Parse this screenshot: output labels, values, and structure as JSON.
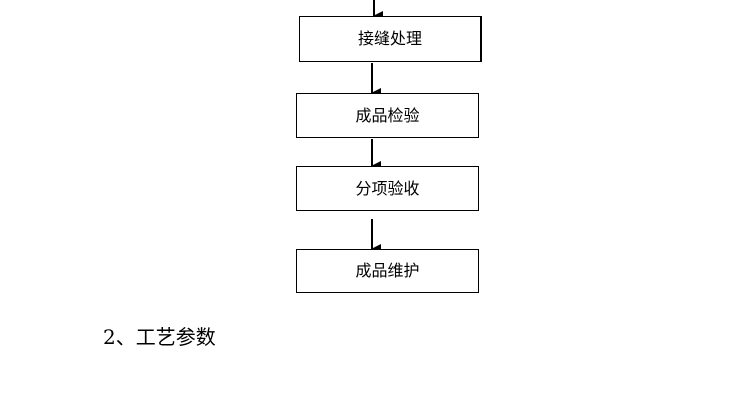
{
  "flowchart": {
    "steps": [
      {
        "label": "接缝处理"
      },
      {
        "label": "成品检验"
      },
      {
        "label": "分项验收"
      },
      {
        "label": "成品维护"
      }
    ]
  },
  "section": {
    "heading": "2、工艺参数"
  }
}
